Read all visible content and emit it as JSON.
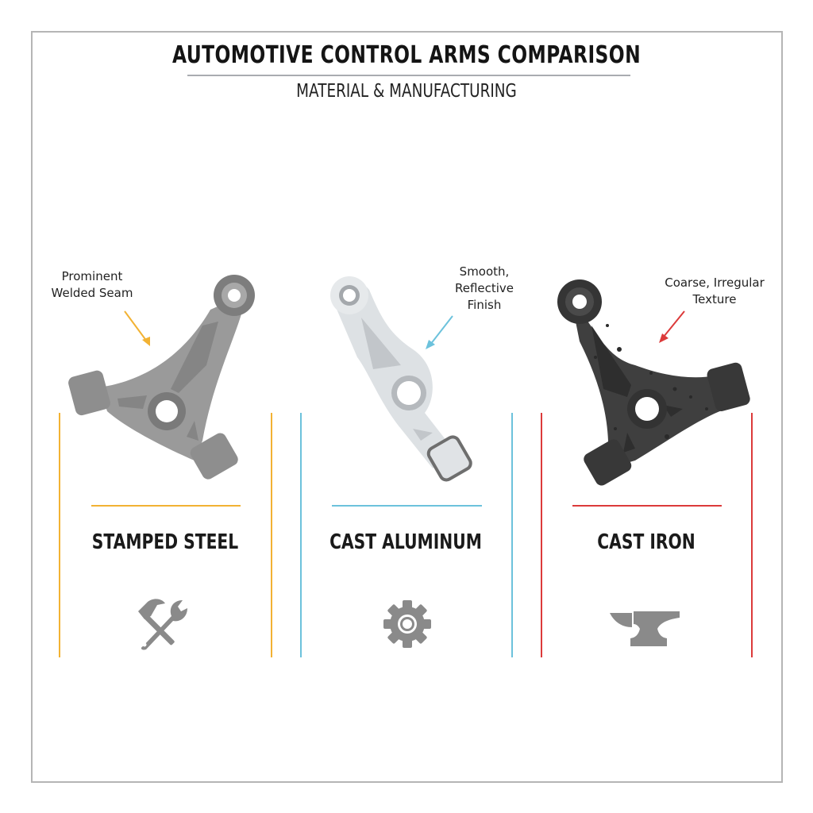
{
  "header": {
    "title": "AUTOMOTIVE CONTROL ARMS COMPARISON",
    "subtitle": "MATERIAL & MANUFACTURING"
  },
  "colors": {
    "stamped_steel_accent": "#f2b233",
    "cast_aluminum_accent": "#6cc2dc",
    "cast_iron_accent": "#dc3a3a",
    "icon_gray": "#8a8a8a",
    "frame_border": "#b5b5b5"
  },
  "columns": [
    {
      "material": "STAMPED STEEL",
      "callout": [
        "Prominent",
        "Welded Seam"
      ],
      "icon": "hammer-wrench-icon",
      "part_image": "stamped-steel-control-arm"
    },
    {
      "material": "CAST ALUMINUM",
      "callout": [
        "Smooth,",
        "Reflective",
        "Finish"
      ],
      "icon": "gear-icon",
      "part_image": "cast-aluminum-control-arm"
    },
    {
      "material": "CAST IRON",
      "callout": [
        "Coarse, Irregular",
        "Texture"
      ],
      "icon": "anvil-icon",
      "part_image": "cast-iron-control-arm"
    }
  ]
}
